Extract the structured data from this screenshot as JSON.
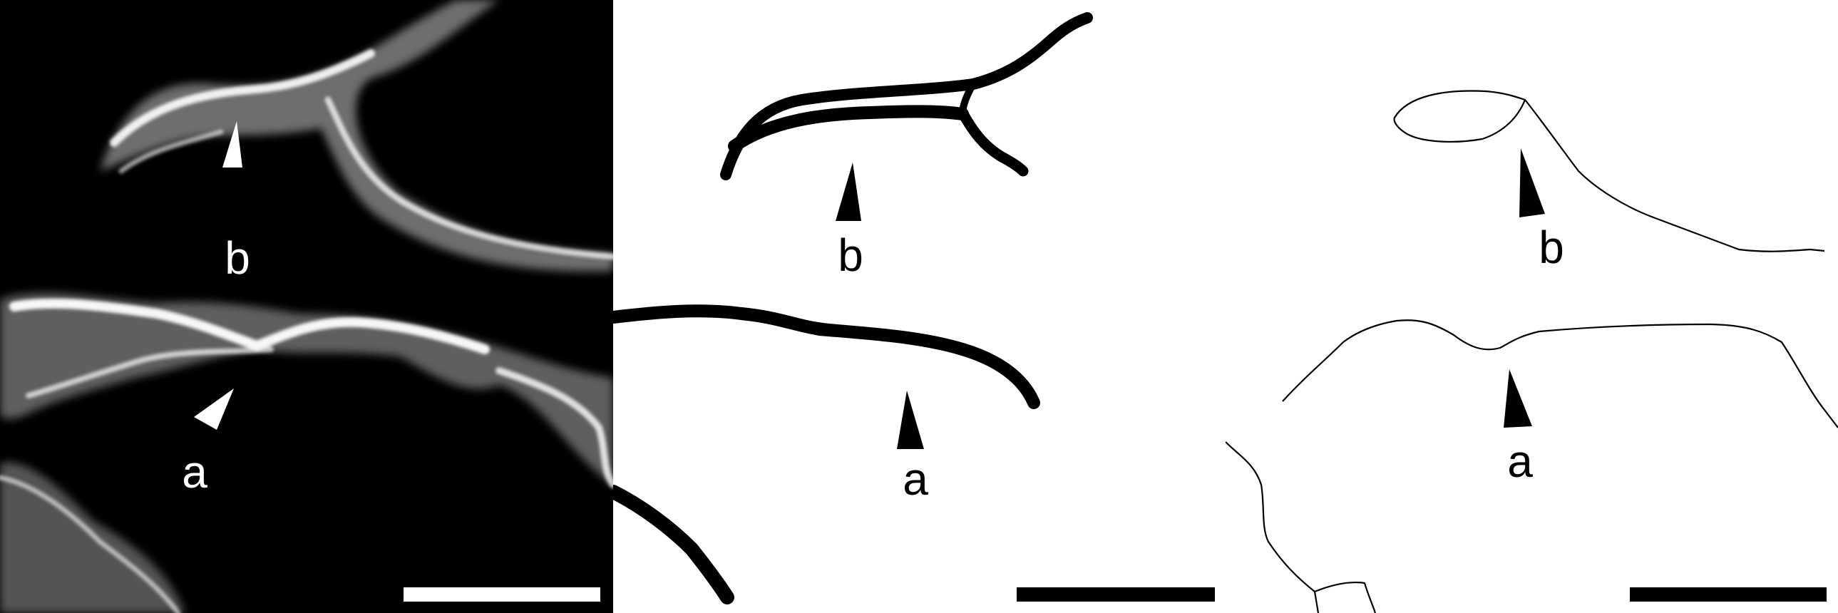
{
  "figure": {
    "panels": [
      {
        "name": "fluorescence-micrograph",
        "arrowheads": [
          {
            "label": "b",
            "color": "#ffffff"
          },
          {
            "label": "a",
            "color": "#ffffff"
          }
        ],
        "scale_bar_color": "#ffffff"
      },
      {
        "name": "binary-segmentation",
        "arrowheads": [
          {
            "label": "b",
            "color": "#000000"
          },
          {
            "label": "a",
            "color": "#000000"
          }
        ],
        "scale_bar_color": "#000000"
      },
      {
        "name": "skeleton-trace",
        "arrowheads": [
          {
            "label": "b",
            "color": "#000000"
          },
          {
            "label": "a",
            "color": "#000000"
          }
        ],
        "scale_bar_color": "#000000"
      }
    ]
  }
}
